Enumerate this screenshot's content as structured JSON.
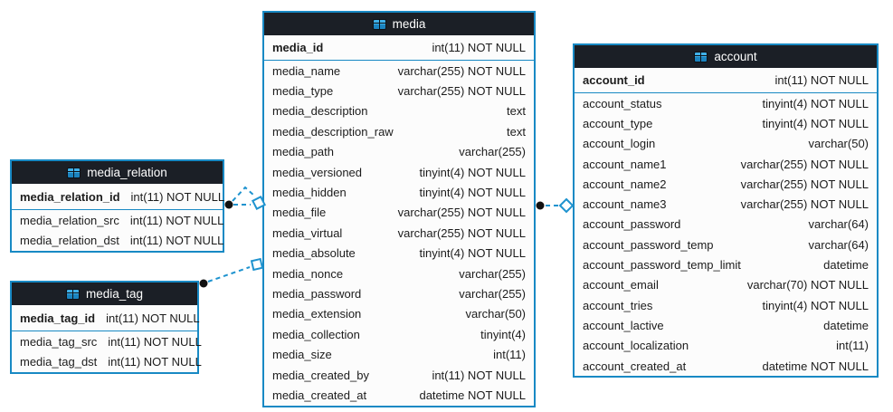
{
  "diagram": {
    "tables": [
      {
        "name": "media",
        "icon": "table-icon",
        "primary_key": [
          {
            "name": "media_id",
            "type": "int(11) NOT NULL"
          }
        ],
        "columns": [
          {
            "name": "media_name",
            "type": "varchar(255) NOT NULL"
          },
          {
            "name": "media_type",
            "type": "varchar(255) NOT NULL"
          },
          {
            "name": "media_description",
            "type": "text"
          },
          {
            "name": "media_description_raw",
            "type": "text"
          },
          {
            "name": "media_path",
            "type": "varchar(255)"
          },
          {
            "name": "media_versioned",
            "type": "tinyint(4) NOT NULL"
          },
          {
            "name": "media_hidden",
            "type": "tinyint(4) NOT NULL"
          },
          {
            "name": "media_file",
            "type": "varchar(255) NOT NULL"
          },
          {
            "name": "media_virtual",
            "type": "varchar(255) NOT NULL"
          },
          {
            "name": "media_absolute",
            "type": "tinyint(4) NOT NULL"
          },
          {
            "name": "media_nonce",
            "type": "varchar(255)"
          },
          {
            "name": "media_password",
            "type": "varchar(255)"
          },
          {
            "name": "media_extension",
            "type": "varchar(50)"
          },
          {
            "name": "media_collection",
            "type": "tinyint(4)"
          },
          {
            "name": "media_size",
            "type": "int(11)"
          },
          {
            "name": "media_created_by",
            "type": "int(11) NOT NULL"
          },
          {
            "name": "media_created_at",
            "type": "datetime NOT NULL"
          }
        ]
      },
      {
        "name": "media_relation",
        "icon": "table-icon",
        "primary_key": [
          {
            "name": "media_relation_id",
            "type": "int(11) NOT NULL"
          }
        ],
        "columns": [
          {
            "name": "media_relation_src",
            "type": "int(11) NOT NULL"
          },
          {
            "name": "media_relation_dst",
            "type": "int(11) NOT NULL"
          }
        ]
      },
      {
        "name": "media_tag",
        "icon": "table-icon",
        "primary_key": [
          {
            "name": "media_tag_id",
            "type": "int(11) NOT NULL"
          }
        ],
        "columns": [
          {
            "name": "media_tag_src",
            "type": "int(11) NOT NULL"
          },
          {
            "name": "media_tag_dst",
            "type": "int(11) NOT NULL"
          }
        ]
      },
      {
        "name": "account",
        "icon": "table-icon",
        "primary_key": [
          {
            "name": "account_id",
            "type": "int(11) NOT NULL"
          }
        ],
        "columns": [
          {
            "name": "account_status",
            "type": "tinyint(4) NOT NULL"
          },
          {
            "name": "account_type",
            "type": "tinyint(4) NOT NULL"
          },
          {
            "name": "account_login",
            "type": "varchar(50)"
          },
          {
            "name": "account_name1",
            "type": "varchar(255) NOT NULL"
          },
          {
            "name": "account_name2",
            "type": "varchar(255) NOT NULL"
          },
          {
            "name": "account_name3",
            "type": "varchar(255) NOT NULL"
          },
          {
            "name": "account_password",
            "type": "varchar(64)"
          },
          {
            "name": "account_password_temp",
            "type": "varchar(64)"
          },
          {
            "name": "account_password_temp_limit",
            "type": "datetime"
          },
          {
            "name": "account_email",
            "type": "varchar(70) NOT NULL"
          },
          {
            "name": "account_tries",
            "type": "tinyint(4) NOT NULL"
          },
          {
            "name": "account_lactive",
            "type": "datetime"
          },
          {
            "name": "account_localization",
            "type": "int(11)"
          },
          {
            "name": "account_created_at",
            "type": "datetime NOT NULL"
          }
        ]
      }
    ],
    "relations": [
      {
        "from": "media_relation",
        "to": "media",
        "line_style": "dashed",
        "end_from": "dot",
        "end_to": "open-diamond"
      },
      {
        "from": "media_tag",
        "to": "media",
        "line_style": "dashed",
        "end_from": "dot",
        "end_to": "open-diamond"
      },
      {
        "from": "media",
        "to": "account",
        "line_style": "dashed",
        "end_from": "dot",
        "end_to": "open-diamond"
      }
    ]
  },
  "colors": {
    "table_border": "#1889c4",
    "header_bg": "#1b1f26",
    "header_text": "#ffffff",
    "row_bg": "#fcfcfc",
    "row_text": "#1c1c1c",
    "relation_line": "#1e93cf",
    "relation_dot": "#111111",
    "icon_blue": "#2ba3e0"
  }
}
